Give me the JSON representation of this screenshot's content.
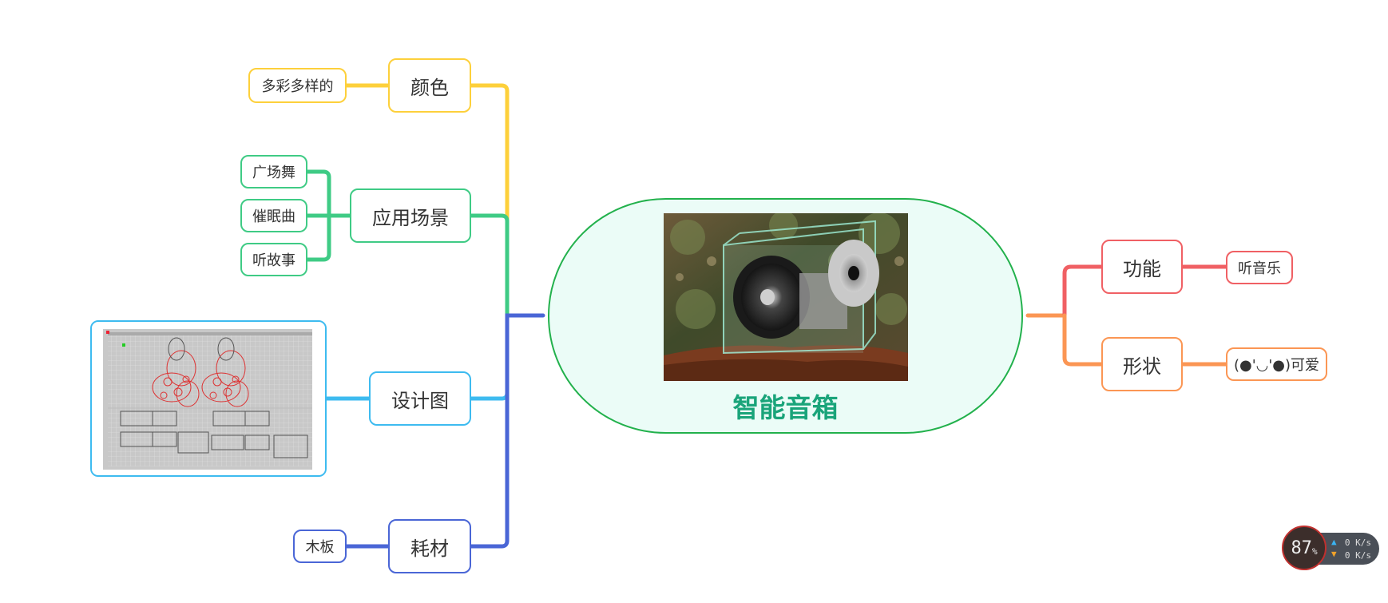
{
  "central": {
    "title": "智能音箱",
    "color": "#22b14c",
    "fill": "#ebfcf7"
  },
  "left_branches": [
    {
      "label": "颜色",
      "color": "#fdd03b",
      "leaves": [
        "多彩多样的"
      ]
    },
    {
      "label": "应用场景",
      "color": "#3fcb85",
      "leaves": [
        "广场舞",
        "催眠曲",
        "听故事"
      ]
    },
    {
      "label": "设计图",
      "color": "#3dbbf0",
      "leaves": []
    },
    {
      "label": "耗材",
      "color": "#4a66d6",
      "leaves": [
        "木板"
      ]
    }
  ],
  "right_branches": [
    {
      "label": "功能",
      "color": "#f06064",
      "leaves": [
        "听音乐"
      ]
    },
    {
      "label": "形状",
      "color": "#fb9654",
      "leaves": [
        "(●'◡'●)可爱"
      ]
    }
  ],
  "widget": {
    "percent": "87",
    "percent_sign": "%",
    "upload": "0 K/s",
    "download": "0 K/s"
  }
}
